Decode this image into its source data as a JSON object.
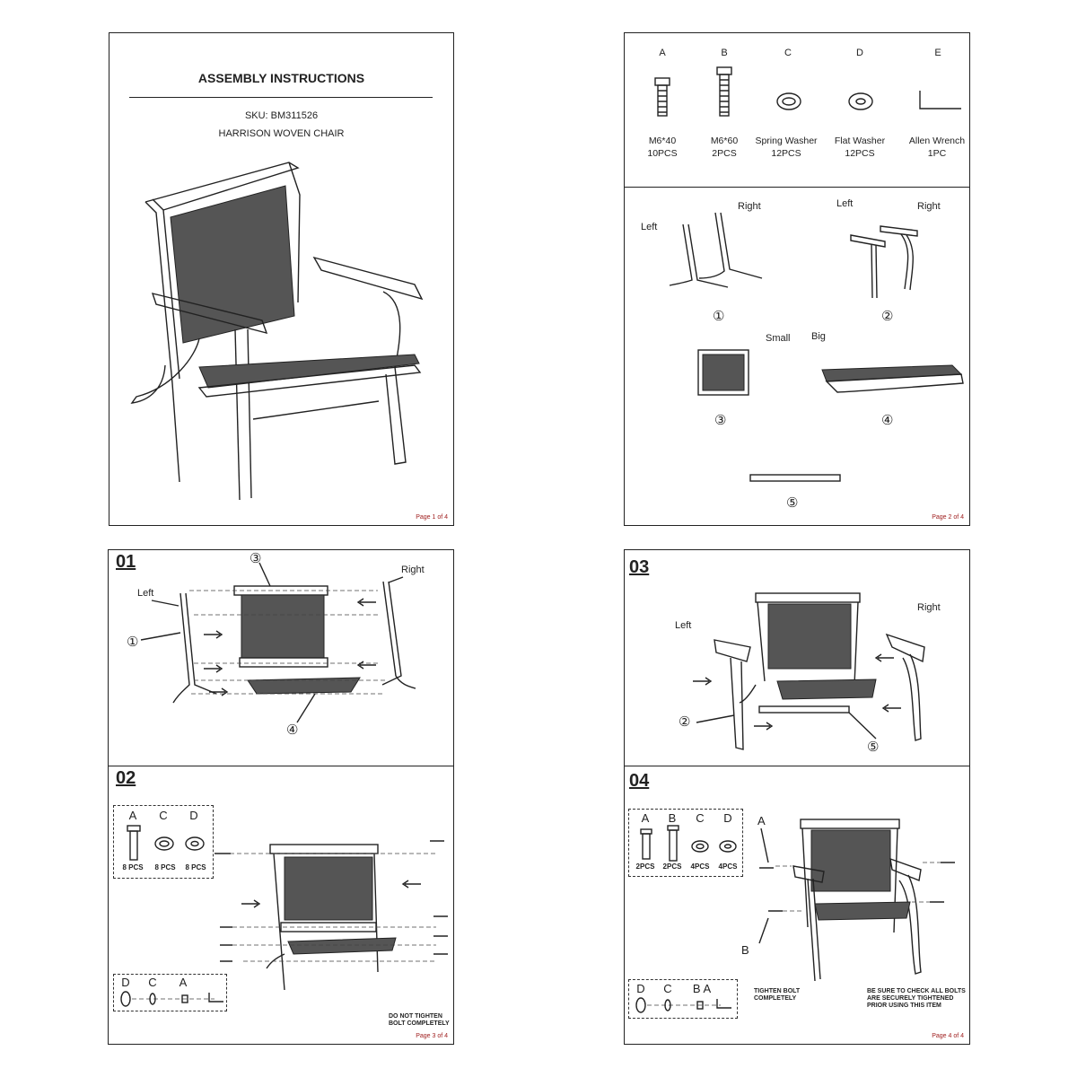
{
  "pages": [
    {
      "number": "Page 1 of 4",
      "title": "ASSEMBLY INSTRUCTIONS",
      "sku": "SKU: BM311526",
      "product": "HARRISON WOVEN CHAIR"
    },
    {
      "number": "Page 2 of 4",
      "hardware": [
        {
          "letter": "A",
          "size": "M6*40",
          "qty": "10PCS",
          "icon": "bolt-icon"
        },
        {
          "letter": "B",
          "size": "M6*60",
          "qty": "2PCS",
          "icon": "long-bolt-icon"
        },
        {
          "letter": "C",
          "size": "Spring Washer",
          "qty": "12PCS",
          "icon": "spring-washer-icon"
        },
        {
          "letter": "D",
          "size": "Flat Washer",
          "qty": "12PCS",
          "icon": "flat-washer-icon"
        },
        {
          "letter": "E",
          "size": "Allen Wrench",
          "qty": "1PC",
          "icon": "allen-wrench-icon"
        }
      ],
      "parts": {
        "p1_left": "Left",
        "p1_right": "Right",
        "p1_num": "①",
        "p2_left": "Left",
        "p2_right": "Right",
        "p2_num": "②",
        "p3_label": "Small",
        "p3_num": "③",
        "p4_label": "Big",
        "p4_num": "④",
        "p5_num": "⑤"
      }
    },
    {
      "number": "Page 3 of 4",
      "step1": {
        "label": "01",
        "left": "Left",
        "right": "Right",
        "n1": "①",
        "n3": "③",
        "n4": "④"
      },
      "step2": {
        "label": "02",
        "hardware": [
          {
            "letter": "A",
            "qty": "8 PCS"
          },
          {
            "letter": "C",
            "qty": "8 PCS"
          },
          {
            "letter": "D",
            "qty": "8 PCS"
          }
        ],
        "order": [
          "D",
          "C",
          "A"
        ],
        "note": "DO NOT TIGHTEN\nBOLT COMPLETELY"
      }
    },
    {
      "number": "Page 4 of 4",
      "step3": {
        "label": "03",
        "left": "Left",
        "right": "Right",
        "n2": "②",
        "n5": "⑤"
      },
      "step4": {
        "label": "04",
        "hardware": [
          {
            "letter": "A",
            "qty": "2PCS"
          },
          {
            "letter": "B",
            "qty": "2PCS"
          },
          {
            "letter": "C",
            "qty": "4PCS"
          },
          {
            "letter": "D",
            "qty": "4PCS"
          }
        ],
        "callout_a": "A",
        "callout_b": "B",
        "order": [
          "D",
          "C",
          "B A"
        ],
        "note1": "TIGHTEN BOLT\nCOMPLETELY",
        "note2": "BE SURE TO CHECK ALL BOLTS\nARE SECURELY TIGHTENED\nPRIOR USING THIS ITEM"
      }
    }
  ]
}
